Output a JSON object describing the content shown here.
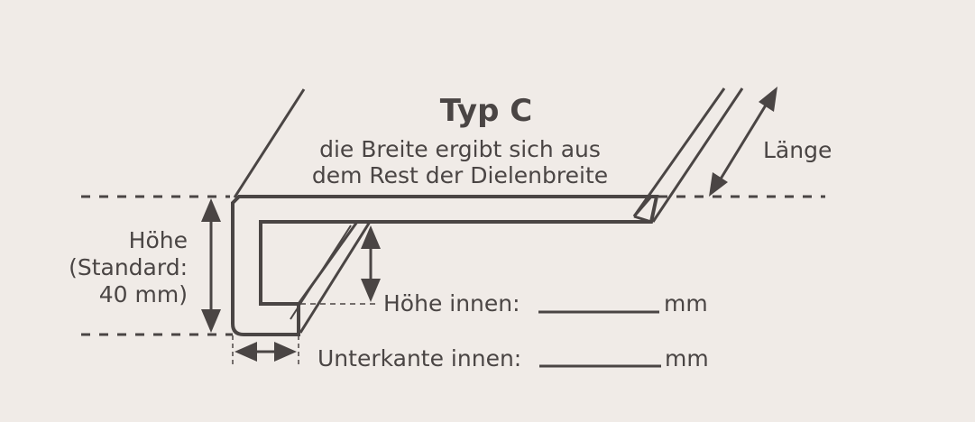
{
  "diagram": {
    "title": "Typ C",
    "subtitle_line1": "die Breite ergibt sich aus",
    "subtitle_line2": "dem Rest der Dielenbreite",
    "laenge_label": "Länge",
    "hoehe_label_line1": "Höhe",
    "hoehe_label_line2": "(Standard:",
    "hoehe_label_line3": "40 mm)",
    "hoehe_innen_label": "Höhe innen:",
    "hoehe_innen_unit": "mm",
    "unterkante_innen_label": "Unterkante innen:",
    "unterkante_innen_unit": "mm",
    "colors": {
      "background": "#f0ebe7",
      "line": "#4a4544"
    }
  }
}
